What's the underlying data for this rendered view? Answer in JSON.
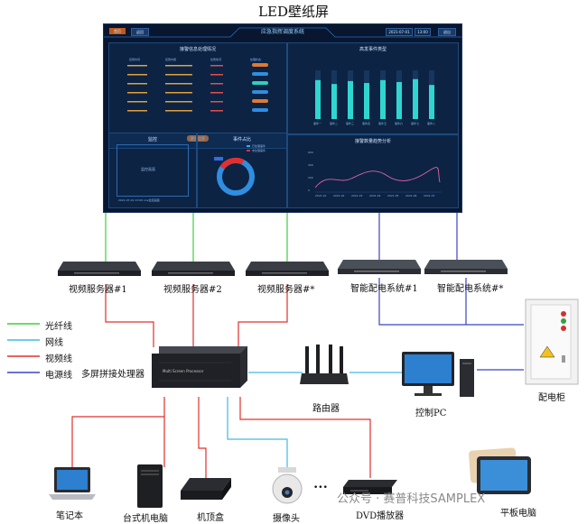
{
  "title": "LED壁纸屏",
  "screen": {
    "header_title": "应急指挥调度系统",
    "btn_left1": "首页",
    "btn_left2": "返回",
    "btn_right1": "2021-07-01",
    "btn_right2": "13:00",
    "btn_right3": "退出",
    "panel1_title": "接警信息处理情况",
    "panel1_cols": [
      "接警时间",
      "接警内容",
      "处警情况",
      "处理状态"
    ],
    "panel1_button": "更多信息",
    "panel2_title": "高发事件类型",
    "panel2_cats": [
      "事件一",
      "事件二",
      "事件三",
      "事件四",
      "事件五",
      "事件六",
      "事件七",
      "事件八"
    ],
    "panel2_values": [
      80,
      72,
      78,
      74,
      80,
      76,
      82,
      70
    ],
    "panel3_title": "监控",
    "panel3_caption": "监控画面",
    "panel3_footer": "2021-07-01  13:00  one监控画面",
    "panel4_title": "事件占比",
    "panel4_legend": [
      "已处理事件",
      "未处理事件"
    ],
    "panel5_title": "接警数量趋势分析",
    "panel5_x": [
      "2021.01",
      "2021.02",
      "2021.03",
      "2021.04",
      "2021.05",
      "2021.06",
      "2021.07"
    ],
    "panel5_y": [
      "600",
      "400",
      "200",
      "0"
    ]
  },
  "devices": {
    "server1": "视频服务器#1",
    "server2": "视频服务器#2",
    "server3": "视频服务器#*",
    "power1": "智能配电系统#1",
    "power2": "智能配电系统#*",
    "processor": "多屏拼接处理器",
    "processor_face": "Multi Screen Processor",
    "router": "路由器",
    "pc": "控制PC",
    "cabinet": "配电柜",
    "laptop": "笔记本",
    "desktop": "台式机电脑",
    "stb": "机顶盒",
    "camera": "摄像头",
    "ellipsis": "•••",
    "dvd": "DVD播放器",
    "tablet": "平板电脑"
  },
  "legend": {
    "fiber": "光纤线",
    "network": "网线",
    "video": "视频线",
    "power": "电源线"
  },
  "colors": {
    "fiber": "#3ccf3c",
    "network": "#44b8e6",
    "video": "#e0302c",
    "power": "#3844c4"
  },
  "watermark": "公众号 · 赛普科技SAMPLEX"
}
